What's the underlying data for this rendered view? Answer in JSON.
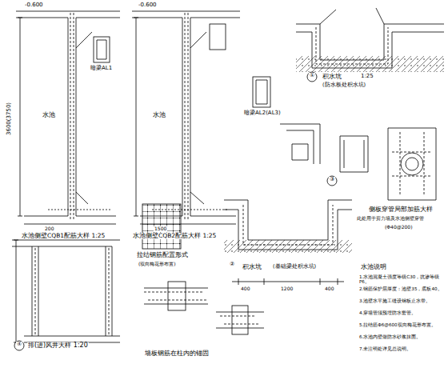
{
  "diagram": {
    "labels": [
      "-0.600",
      "3600(3750)",
      "水池",
      "暗梁AL1",
      "200",
      "水池侧壁CQB1配筋大样 1:25",
      "-0.600",
      "水池",
      "1500",
      "水池侧壁CQB2配筋大样 1:25",
      "暗梁AL2(AL3)",
      "①",
      "积水坑",
      "(防水板处积水坑)",
      "1:25",
      "③",
      "侧板穿管局部加筋大样",
      "此处用于剪力墙及水池侧壁穿管",
      "(Φ40@200)",
      "④",
      "排(进)风井大样 1:20",
      "拉结钢筋配置形式",
      "(双向梅花形布置)",
      "墙板钢筋在柱内的锚固",
      "②",
      "积水坑",
      "(基础梁处积水坑)",
      "400",
      "1200",
      "400",
      "水池说明",
      "1.水池混凝土强度等级C30，抗渗等级P6。",
      "2.钢筋保护层厚度：池壁35，底板40。",
      "3.池壁水平施工缝设钢板止水带。",
      "4.穿墙管须预埋防水套管。",
      "5.拉结筋Φ6@600双向梅花形布置。",
      "6.水池内壁做防水砂浆抹面。",
      "7.未注明处详见总说明。"
    ]
  }
}
